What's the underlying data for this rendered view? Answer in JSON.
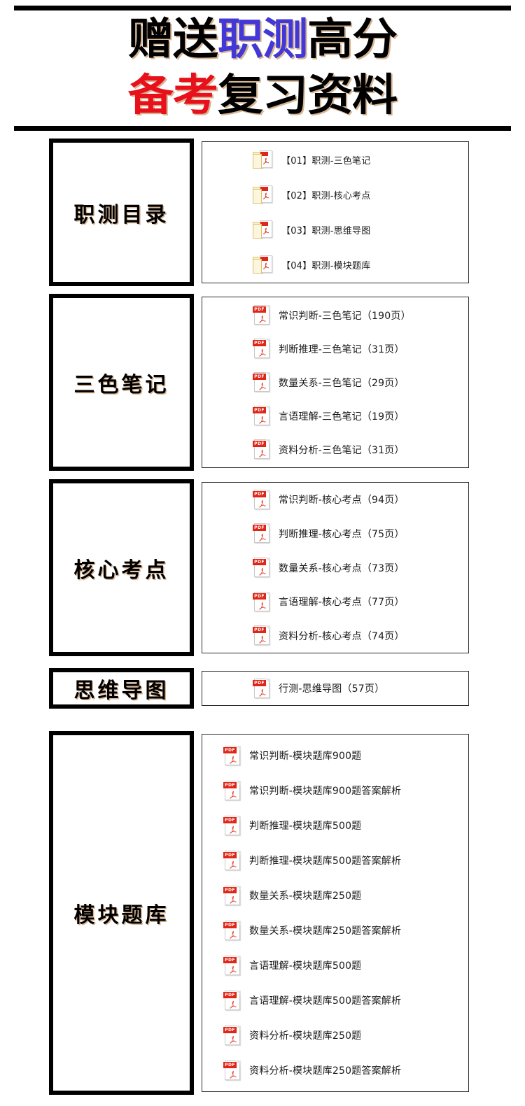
{
  "header": {
    "line1_pre": "赠送",
    "line1_em": "职测",
    "line1_post": "高分",
    "line2_em": "备考",
    "line2_post": "复习资料",
    "blue": "#4338d6",
    "red": "#e8101a"
  },
  "sections": [
    {
      "label": "职测目录",
      "icon": "folder-pdf-icon",
      "items": [
        {
          "text": "【01】职测-三色笔记"
        },
        {
          "text": "【02】职测-核心考点"
        },
        {
          "text": "【03】职测-思维导图"
        },
        {
          "text": "【04】职测-模块题库"
        }
      ]
    },
    {
      "label": "三色笔记",
      "icon": "pdf-icon",
      "items": [
        {
          "text": "常识判断-三色笔记（190页）"
        },
        {
          "text": "判断推理-三色笔记（31页）"
        },
        {
          "text": "数量关系-三色笔记（29页）"
        },
        {
          "text": "言语理解-三色笔记（19页）"
        },
        {
          "text": "资料分析-三色笔记（31页）"
        }
      ]
    },
    {
      "label": "核心考点",
      "icon": "pdf-icon",
      "items": [
        {
          "text": "常识判断-核心考点（94页）"
        },
        {
          "text": "判断推理-核心考点（75页）"
        },
        {
          "text": "数量关系-核心考点（73页）"
        },
        {
          "text": "言语理解-核心考点（77页）"
        },
        {
          "text": "资料分析-核心考点（74页）"
        }
      ]
    },
    {
      "label": "思维导图",
      "icon": "pdf-icon",
      "items": [
        {
          "text": "行测-思维导图（57页）"
        }
      ]
    },
    {
      "label": "模块题库",
      "icon": "pdf-icon",
      "items": [
        {
          "text": "常识判断-模块题库900题"
        },
        {
          "text": "常识判断-模块题库900题答案解析"
        },
        {
          "text": "判断推理-模块题库500题"
        },
        {
          "text": "判断推理-模块题库500题答案解析"
        },
        {
          "text": "数量关系-模块题库250题"
        },
        {
          "text": "数量关系-模块题库250题答案解析"
        },
        {
          "text": "言语理解-模块题库500题"
        },
        {
          "text": "言语理解-模块题库500题答案解析"
        },
        {
          "text": "资料分析-模块题库250题"
        },
        {
          "text": "资料分析-模块题库250题答案解析"
        }
      ]
    }
  ]
}
